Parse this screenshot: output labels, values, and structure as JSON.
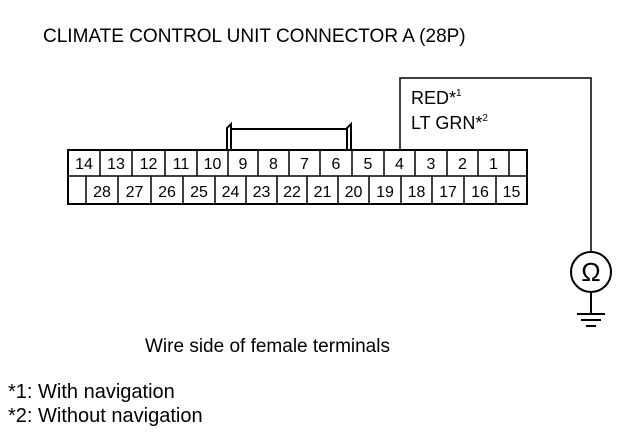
{
  "title": "CLIMATE CONTROL UNIT CONNECTOR A (28P)",
  "wire_label_1": "RED*",
  "wire_label_1_sup": "1",
  "wire_label_2": "LT GRN*",
  "wire_label_2_sup": "2",
  "meter_symbol": "Ω",
  "caption": "Wire side of female terminals",
  "footnotes": [
    "*1: With navigation",
    "*2: Without navigation"
  ],
  "connector": {
    "top_row": [
      "14",
      "13",
      "12",
      "11",
      "10",
      "9",
      "8",
      "7",
      "6",
      "5",
      "4",
      "3",
      "2",
      "1"
    ],
    "bottom_row": [
      "28",
      "27",
      "26",
      "25",
      "24",
      "23",
      "22",
      "21",
      "20",
      "19",
      "18",
      "17",
      "16",
      "15"
    ]
  },
  "colors": {
    "ink": "#000000",
    "background": "#ffffff"
  }
}
